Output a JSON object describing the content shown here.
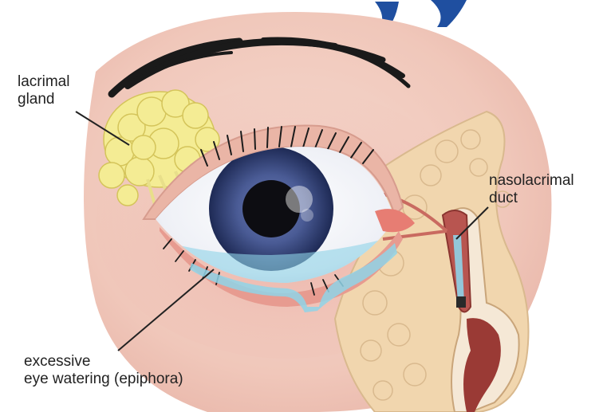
{
  "labels": {
    "lacrimal_gland": [
      "lacrimal",
      "gland"
    ],
    "nasolacrimal_duct": [
      "nasolacrimal",
      "duct"
    ],
    "excessive_eye_watering": [
      "excessive",
      "eye watering (epiphora)"
    ]
  },
  "colors": {
    "skin": "#f1c9bc",
    "skin_shadow": "#d99a93",
    "gland": "#f2e98a",
    "iris": "#3d4f86",
    "tears": "#8fd3e8",
    "bone_tissue": "#f0d7b0",
    "mucosa": "#9a3a35",
    "brand_accent": "#1f4fa0"
  }
}
